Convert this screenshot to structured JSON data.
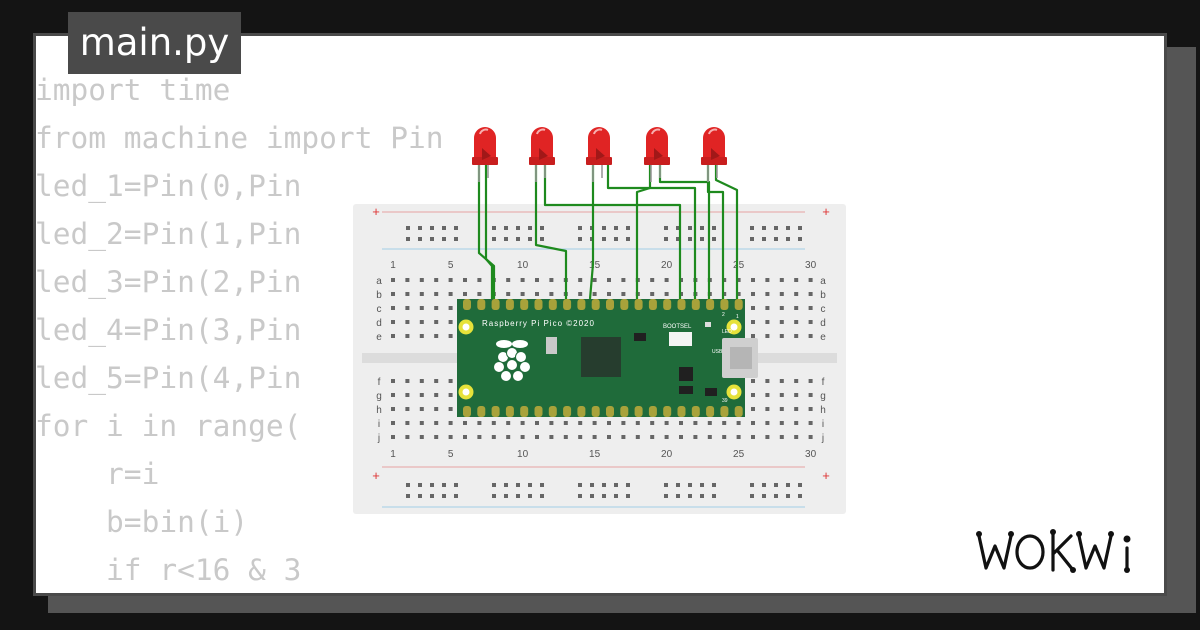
{
  "tab": {
    "filename": "main.py"
  },
  "code": {
    "lines": [
      "import time",
      "from machine import Pin",
      "led_1=Pin(0,Pin",
      "led_2=Pin(1,Pin",
      "led_3=Pin(2,Pin",
      "led_4=Pin(3,Pin",
      "led_5=Pin(4,Pin",
      "for i in range(",
      "    r=i",
      "    b=bin(i)",
      "    if r<16 & 3"
    ]
  },
  "board": {
    "label": "Raspberry Pi Pico ©2020",
    "bootsel": "BOOTSEL",
    "led": "LED",
    "usb": "USB",
    "pin1": "1",
    "pin2": "2",
    "pin39": "39"
  },
  "breadboard": {
    "column_numbers": [
      "1",
      "5",
      "10",
      "15",
      "20",
      "25",
      "30"
    ],
    "rows_top": [
      "a",
      "b",
      "c",
      "d",
      "e"
    ],
    "rows_bottom": [
      "f",
      "g",
      "h",
      "i",
      "j"
    ],
    "plus": "+",
    "minus": "-"
  },
  "colors": {
    "led": "#e02424",
    "wire": "#1e8a1e",
    "board": "#1f6b3a",
    "breadboard": "#eeeeee"
  },
  "logo": {
    "text": "WOKWi"
  }
}
